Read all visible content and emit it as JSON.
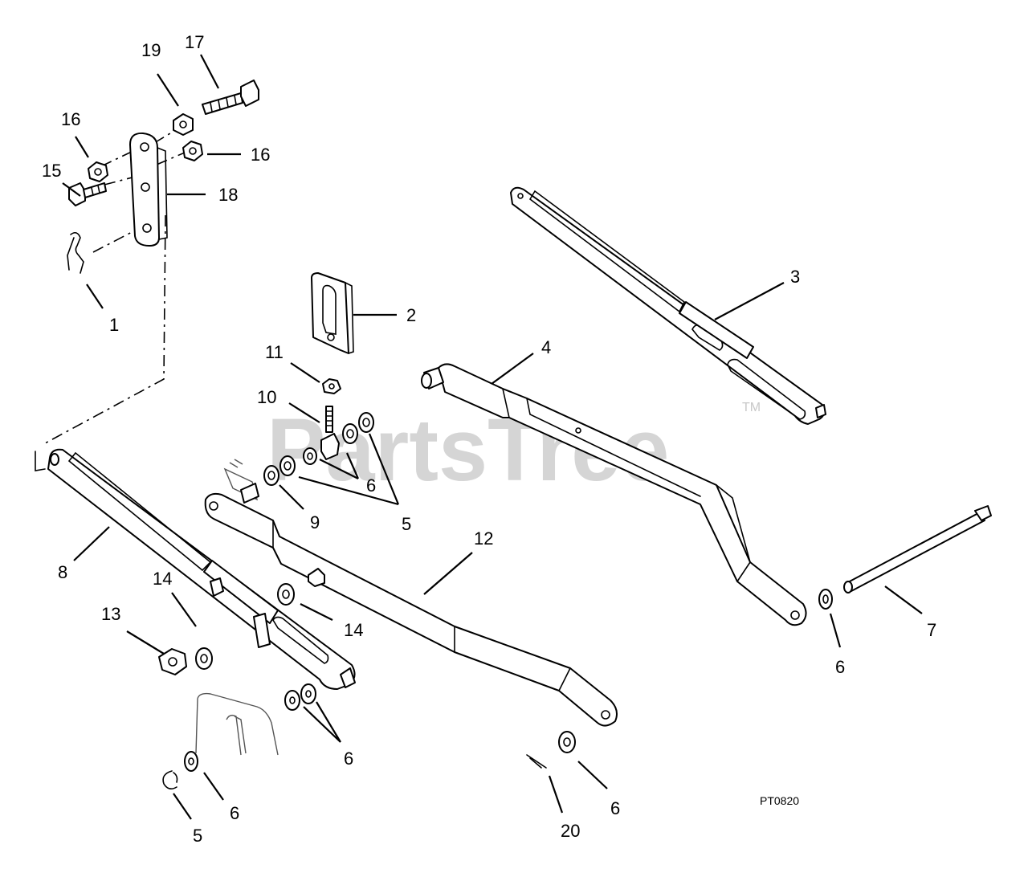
{
  "watermark": {
    "text": "PartsTree",
    "trademark": "TM"
  },
  "drawing_code": "PT0820",
  "callouts": [
    {
      "id": "c1",
      "label": "1"
    },
    {
      "id": "c2",
      "label": "2"
    },
    {
      "id": "c3",
      "label": "3"
    },
    {
      "id": "c4",
      "label": "4"
    },
    {
      "id": "c5a",
      "label": "5"
    },
    {
      "id": "c5b",
      "label": "5"
    },
    {
      "id": "c6a",
      "label": "6"
    },
    {
      "id": "c6b",
      "label": "6"
    },
    {
      "id": "c6c",
      "label": "6"
    },
    {
      "id": "c6d",
      "label": "6"
    },
    {
      "id": "c6e",
      "label": "6"
    },
    {
      "id": "c7",
      "label": "7"
    },
    {
      "id": "c8",
      "label": "8"
    },
    {
      "id": "c9",
      "label": "9"
    },
    {
      "id": "c10",
      "label": "10"
    },
    {
      "id": "c11",
      "label": "11"
    },
    {
      "id": "c12",
      "label": "12"
    },
    {
      "id": "c13",
      "label": "13"
    },
    {
      "id": "c14a",
      "label": "14"
    },
    {
      "id": "c14b",
      "label": "14"
    },
    {
      "id": "c15",
      "label": "15"
    },
    {
      "id": "c16a",
      "label": "16"
    },
    {
      "id": "c16b",
      "label": "16"
    },
    {
      "id": "c17",
      "label": "17"
    },
    {
      "id": "c18",
      "label": "18"
    },
    {
      "id": "c19",
      "label": "19"
    },
    {
      "id": "c20",
      "label": "20"
    }
  ]
}
